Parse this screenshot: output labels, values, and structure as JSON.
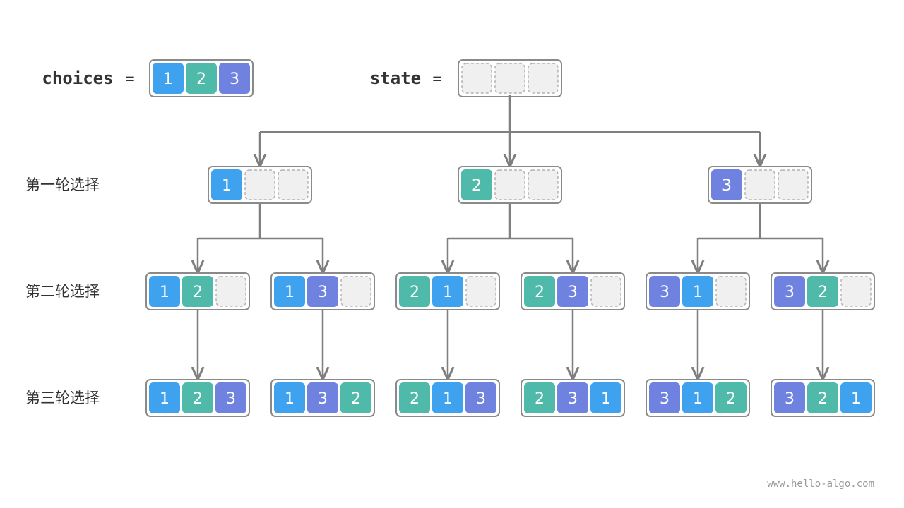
{
  "choices": {
    "label": "choices",
    "equals": "=",
    "values": [
      "1",
      "2",
      "3"
    ]
  },
  "state": {
    "label": "state",
    "equals": "="
  },
  "rounds": [
    "第一轮选择",
    "第二轮选择",
    "第三轮选择"
  ],
  "tree": {
    "level1": [
      [
        "1",
        "",
        ""
      ],
      [
        "2",
        "",
        ""
      ],
      [
        "3",
        "",
        ""
      ]
    ],
    "level2": [
      [
        "1",
        "2",
        ""
      ],
      [
        "1",
        "3",
        ""
      ],
      [
        "2",
        "1",
        ""
      ],
      [
        "2",
        "3",
        ""
      ],
      [
        "3",
        "1",
        ""
      ],
      [
        "3",
        "2",
        ""
      ]
    ],
    "level3": [
      [
        "1",
        "2",
        "3"
      ],
      [
        "1",
        "3",
        "2"
      ],
      [
        "2",
        "1",
        "3"
      ],
      [
        "2",
        "3",
        "1"
      ],
      [
        "3",
        "1",
        "2"
      ],
      [
        "3",
        "2",
        "1"
      ]
    ]
  },
  "watermark": "www.hello-algo.com",
  "colors": {
    "1": "#3ea2ef",
    "2": "#4fbaa9",
    "3": "#6f82df",
    "empty_fill": "#f0f0f0",
    "empty_stroke": "#b4b4b4",
    "frame": "#8a8a8a",
    "edge": "#7f7f7f",
    "text": "#333333"
  }
}
